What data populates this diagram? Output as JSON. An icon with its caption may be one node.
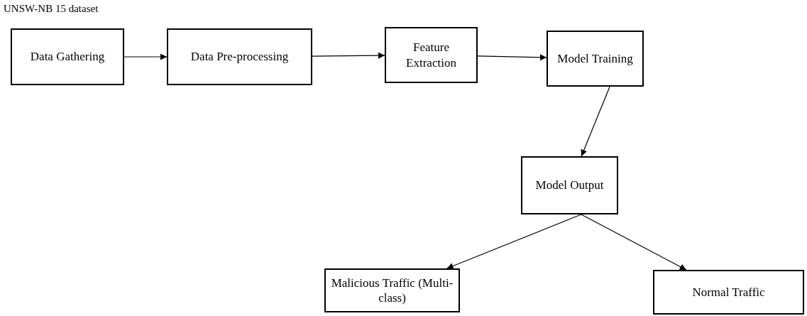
{
  "diagram": {
    "title": "UNSW-NB 15 dataset",
    "nodes": [
      {
        "text": [
          "Data Gathering"
        ]
      },
      {
        "text": [
          "Data Pre-processing"
        ]
      },
      {
        "text": [
          "Feature Extraction"
        ]
      },
      {
        "text": [
          "Model Training"
        ]
      },
      {
        "text": [
          "Model Output"
        ]
      },
      {
        "text": [
          "Malicious Traffic (Multi-class)"
        ]
      },
      {
        "text": [
          "Normal Traffic"
        ]
      }
    ],
    "edges": [
      {
        "from": 0,
        "to": 1,
        "arrow": "to"
      },
      {
        "from": 1,
        "to": 2,
        "arrow": "to"
      },
      {
        "from": 2,
        "to": 3,
        "arrow": "to"
      },
      {
        "from": 3,
        "to": 4,
        "arrow": "to"
      },
      {
        "from": 4,
        "to": 5,
        "arrow": "to"
      },
      {
        "from": 4,
        "to": 6,
        "arrow": "to"
      }
    ]
  }
}
